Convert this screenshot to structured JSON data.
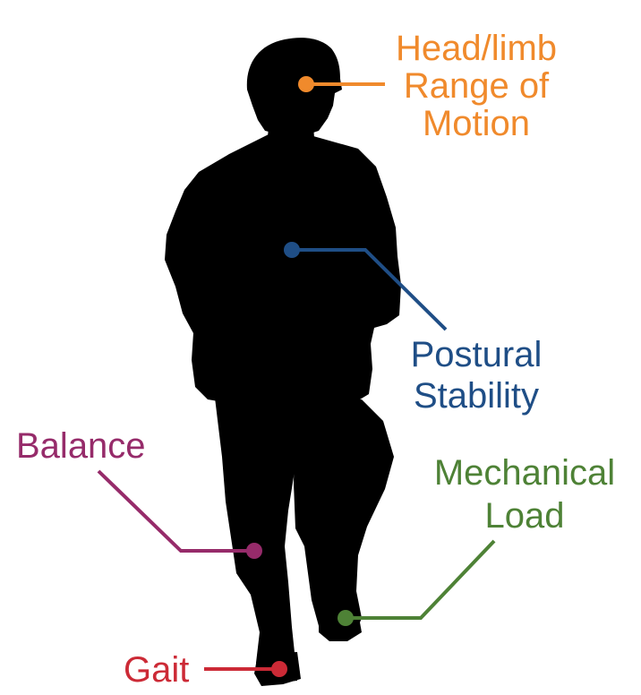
{
  "labels": {
    "head_limb": {
      "line1": "Head/limb",
      "line2": "Range of",
      "line3": "Motion",
      "color": "#f08a2c"
    },
    "postural": {
      "line1": "Postural",
      "line2": "Stability",
      "color": "#1f4e86"
    },
    "balance": {
      "line1": "Balance",
      "color": "#962b6a"
    },
    "mechanical": {
      "line1": "Mechanical",
      "line2": "Load",
      "color": "#4e8236"
    },
    "gait": {
      "line1": "Gait",
      "color": "#cc2a36"
    }
  },
  "icons": {
    "figure": "soldier-silhouette-icon"
  }
}
